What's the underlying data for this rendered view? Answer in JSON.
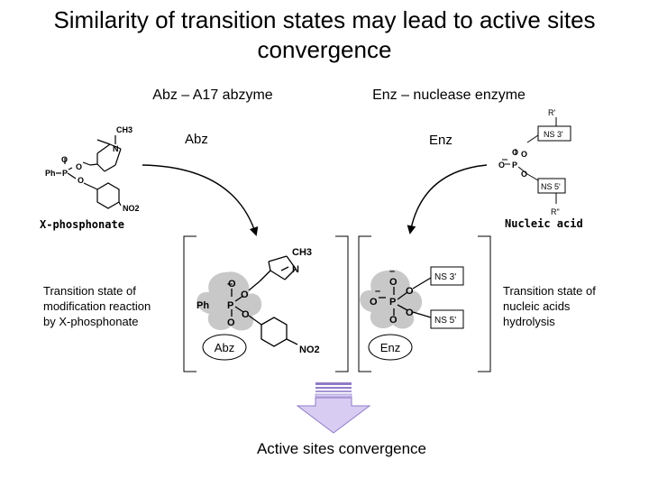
{
  "title_line1": "Similarity of transition states may lead to active sites",
  "title_line2": "convergence",
  "abz_heading": "Abz – A17 abzyme",
  "enz_heading": "Enz – nuclease enzyme",
  "abz_label": "Abz",
  "enz_label": "Enz",
  "x_phosphonate": "X-phosphonate",
  "nucleic_acid": "Nucleic acid",
  "r_prime": "R'",
  "r_double_prime": "R\"",
  "ns3": "NS 3'",
  "ns5": "NS 5'",
  "chem": {
    "ch3": "CH3",
    "n": "N",
    "o": "O",
    "p": "P",
    "ph": "Ph",
    "no2": "NO2",
    "minus": "–"
  },
  "left_caption": [
    "Transition state of",
    "modification reaction",
    "by X-phosphonate"
  ],
  "right_caption": [
    "Transition state of",
    "nucleic acids",
    "hydrolysis"
  ],
  "ts_abz": "Abz",
  "ts_enz": "Enz",
  "bottom_label": "Active sites convergence",
  "colors": {
    "arrow_fill": "#d9ccf2",
    "arrow_stroke": "#8f7bc8",
    "blob": "#c8c8c8",
    "line": "#000000"
  }
}
